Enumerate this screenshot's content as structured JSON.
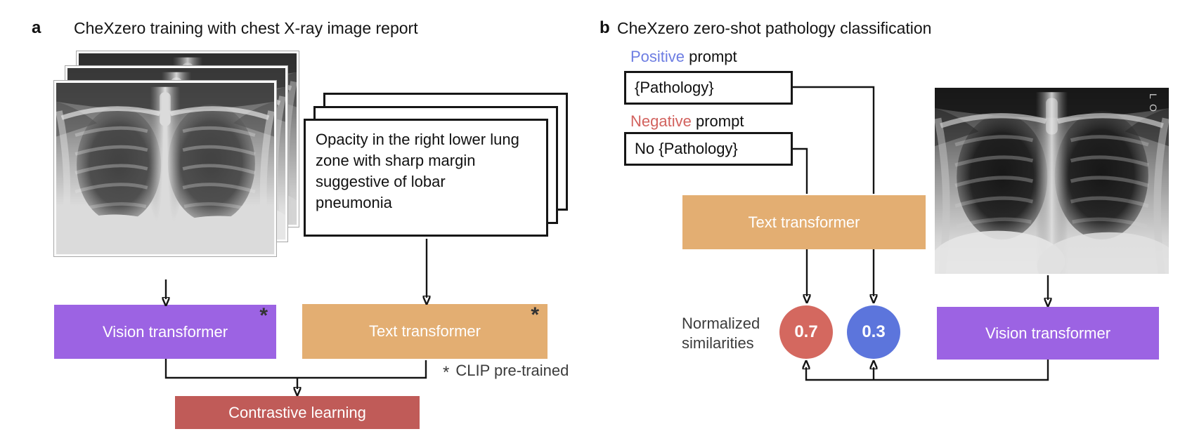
{
  "colors": {
    "vision_box": "#9C63E3",
    "text_box": "#E3AE72",
    "contrastive_box": "#C05B58",
    "negative_circle": "#D4685F",
    "positive_circle": "#5C75DC",
    "positive_label": "#6D7DE2",
    "negative_label": "#D2625E",
    "note_text": "#3C3C3C",
    "line": "#141414"
  },
  "panel_a": {
    "label": "a",
    "title": "CheXzero training with chest X-ray image report",
    "report_lines": [
      "Opacity in the right lower lung",
      "zone with sharp margin",
      "suggestive of lobar",
      "pneumonia"
    ],
    "vision_box_label": "Vision transformer",
    "text_box_label": "Text transformer",
    "asterisk": "*",
    "clip_note": "CLIP pre-trained",
    "contrastive_box_label": "Contrastive learning"
  },
  "panel_b": {
    "label": "b",
    "title": "CheXzero zero-shot pathology classification",
    "positive_word": "Positive",
    "negative_word": "Negative",
    "prompt_suffix": " prompt",
    "positive_prompt_value": "{Pathology}",
    "negative_prompt_value": "No {Pathology}",
    "text_box_label": "Text transformer",
    "vision_box_label": "Vision transformer",
    "normalized_label": [
      "Normalized",
      "similarities"
    ],
    "circles": [
      {
        "value": "0.7",
        "meaning": "negative prompt similarity",
        "color": "#D4685F"
      },
      {
        "value": "0.3",
        "meaning": "positive prompt similarity",
        "color": "#5C75DC"
      }
    ],
    "xray_marker": "L O"
  }
}
